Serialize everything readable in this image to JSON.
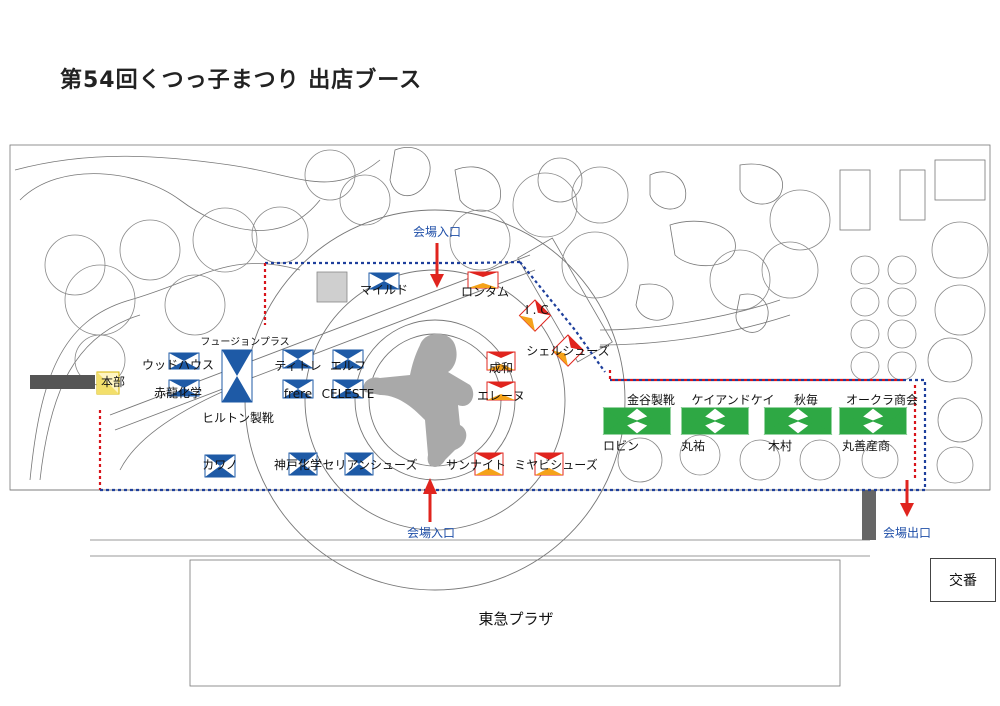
{
  "title": "第54回くつっ子まつり 出店ブース",
  "entrances": {
    "top": "会場入口",
    "bottom": "会場入口",
    "exit": "会場出口"
  },
  "landmarks": {
    "plaza": "東急プラザ",
    "kouban": "交番",
    "honbu": "本部"
  },
  "booths": [
    {
      "id": "mild",
      "label": "マイルド"
    },
    {
      "id": "rontam",
      "label": "ロンタム"
    },
    {
      "id": "ic",
      "label": "I . C"
    },
    {
      "id": "shell",
      "label": "シェルシューズ"
    },
    {
      "id": "seiwa",
      "label": "成和"
    },
    {
      "id": "elene",
      "label": "エレーヌ"
    },
    {
      "id": "elf",
      "label": "エルフ"
    },
    {
      "id": "celeste",
      "label": "CELESTE"
    },
    {
      "id": "tititre",
      "label": "ティトレ"
    },
    {
      "id": "frere",
      "label": "frere"
    },
    {
      "id": "fusion",
      "label": "フュージョンプラス"
    },
    {
      "id": "hilton",
      "label": "ヒルトン製靴"
    },
    {
      "id": "wood",
      "label": "ウッドハウス"
    },
    {
      "id": "akaryu",
      "label": "赤龍化学"
    },
    {
      "id": "kawano",
      "label": "カワノ"
    },
    {
      "id": "kobe",
      "label": "神戸化学"
    },
    {
      "id": "serian",
      "label": "セリアンシューズ"
    },
    {
      "id": "sunnite",
      "label": "サンナイト"
    },
    {
      "id": "miyabi",
      "label": "ミヤビシューズ"
    },
    {
      "id": "kanaya",
      "label": "金谷製靴"
    },
    {
      "id": "robin",
      "label": "ロビン"
    },
    {
      "id": "kk",
      "label": "ケイアンドケイ"
    },
    {
      "id": "maruyu",
      "label": "丸祐"
    },
    {
      "id": "akimai",
      "label": "秋毎"
    },
    {
      "id": "kimura",
      "label": "木村"
    },
    {
      "id": "okura",
      "label": "オークラ商会"
    },
    {
      "id": "marusen",
      "label": "丸善産商"
    }
  ],
  "colors": {
    "blue": "#1e5aa6",
    "red": "#e0241e",
    "orange": "#f5a21a",
    "green": "#2ea844",
    "statue": "#a9a9a9",
    "route_blue": "#1e3f9c",
    "route_red": "#d8141b"
  }
}
